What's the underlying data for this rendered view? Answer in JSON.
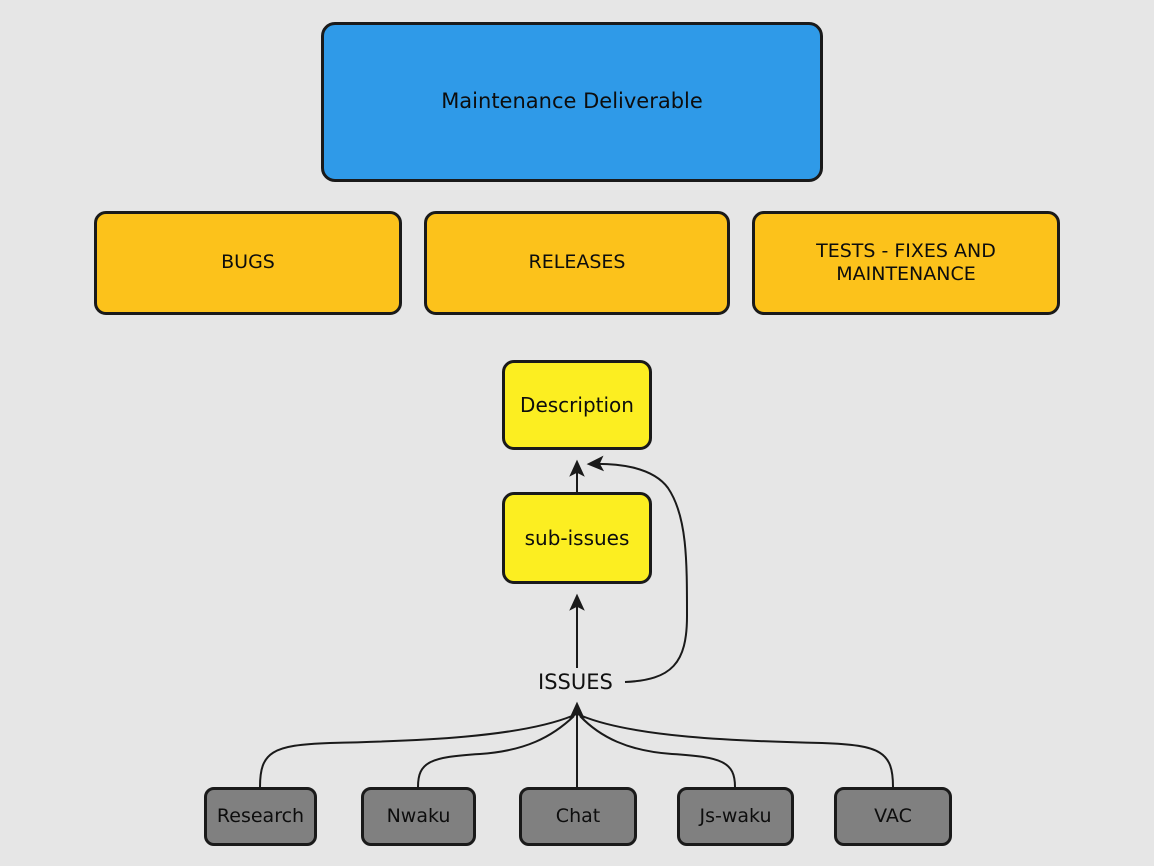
{
  "diagram": {
    "title": "Maintenance Deliverable issue flow",
    "background_color": "#e6e6e6",
    "stroke_color": "#1a1a1a"
  },
  "deliverable": {
    "label": "Maintenance Deliverable",
    "color": "#2f9ae8"
  },
  "categories": {
    "color": "#fcc21b",
    "items": [
      {
        "label": "BUGS"
      },
      {
        "label": "RELEASES"
      },
      {
        "label": "TESTS - FIXES AND\nMAINTENANCE"
      }
    ]
  },
  "issue_nodes": {
    "color": "#fcee21",
    "items": [
      {
        "label": "Description"
      },
      {
        "label": "sub-issues"
      }
    ]
  },
  "sources": {
    "color": "#808080",
    "items": [
      {
        "label": "Research"
      },
      {
        "label": "Nwaku"
      },
      {
        "label": "Chat"
      },
      {
        "label": "Js-waku"
      },
      {
        "label": "VAC"
      }
    ]
  },
  "edge_labels": {
    "issues": "ISSUES"
  }
}
